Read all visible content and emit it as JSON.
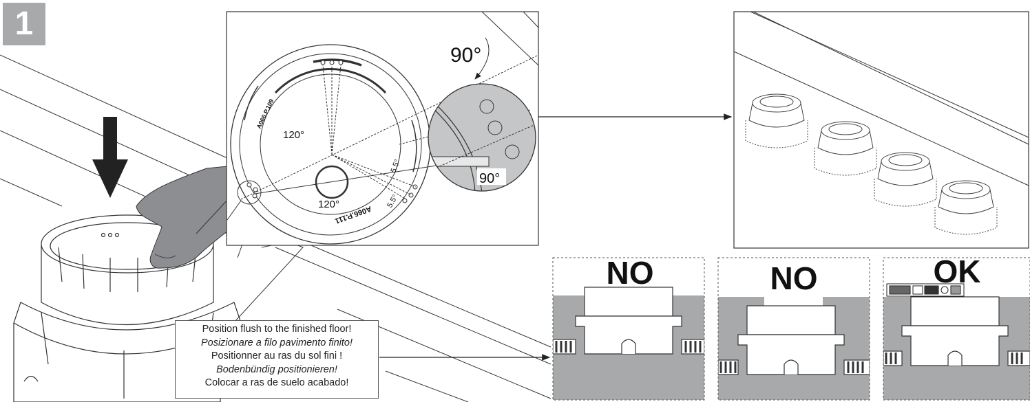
{
  "step": {
    "number": "1"
  },
  "detail": {
    "angle_top": "90°",
    "angle_zoom": "90°",
    "angle_a": "120°",
    "angle_b": "120°",
    "offset_a": "5.5°",
    "offset_b": "5.5°",
    "part_code_a": "A066.P.109",
    "part_code_b": "A066.P.111"
  },
  "instructions": {
    "lines": [
      {
        "text": "Position flush to the finished floor!",
        "italic": false
      },
      {
        "text": "Posizionare a filo pavimento finito!",
        "italic": true
      },
      {
        "text": "Positionner au ras du sol fini !",
        "italic": false
      },
      {
        "text": "Bodenbündig positionieren!",
        "italic": true
      },
      {
        "text": "Colocar a ras de suelo acabado!",
        "italic": false
      }
    ]
  },
  "panels": [
    {
      "label": "NO"
    },
    {
      "label": "NO"
    },
    {
      "label": "OK"
    }
  ],
  "colors": {
    "badge": "#a7a9ab",
    "gray_fill": "#a7a9ab",
    "hand": "#8c8e91",
    "line": "#222222"
  }
}
